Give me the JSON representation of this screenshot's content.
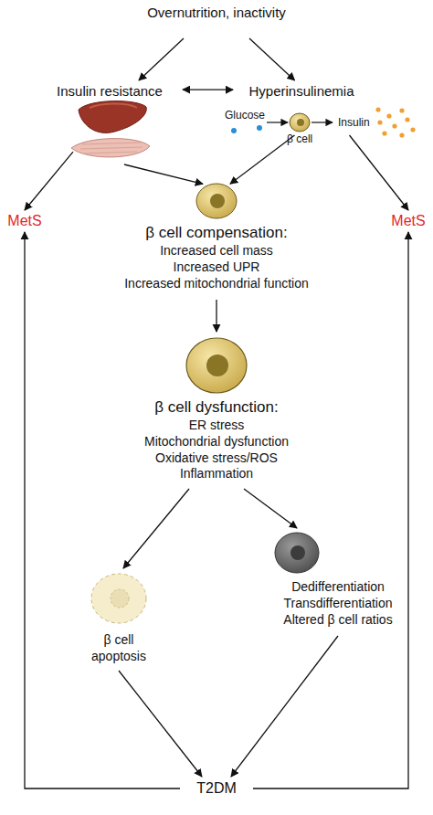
{
  "diagram": {
    "nodes": [
      {
        "text": [
          "Overnutrition, inactivity"
        ]
      },
      {
        "text": [
          "Insulin resistance"
        ]
      },
      {
        "text": [
          "Hyperinsulinemia"
        ]
      },
      {
        "text": [
          "MetS"
        ]
      },
      {
        "text": [
          "MetS"
        ]
      },
      {
        "text": [
          "β cell compensation:",
          "Increased cell mass",
          "Increased UPR",
          "Increased mitochondrial function"
        ]
      },
      {
        "text": [
          "β cell dysfunction:",
          "ER stress",
          "Mitochondrial dysfunction",
          "Oxidative stress/ROS",
          "Inflammation"
        ]
      },
      {
        "text": [
          "β cell apoptosis"
        ]
      },
      {
        "text": [
          "Dedifferentiation",
          "Transdifferentiation",
          "Altered β cell ratios"
        ]
      },
      {
        "text": [
          "T2DM"
        ]
      }
    ],
    "edges": [
      {
        "from": 0,
        "to": 1,
        "arrow": "to"
      },
      {
        "from": 0,
        "to": 2,
        "arrow": "to"
      },
      {
        "from": 1,
        "to": 2,
        "arrow": "both"
      },
      {
        "from": 1,
        "to": 3,
        "arrow": "to"
      },
      {
        "from": 1,
        "to": 5,
        "arrow": "to"
      },
      {
        "from": 2,
        "to": 5,
        "arrow": "to"
      },
      {
        "from": 2,
        "to": 4,
        "arrow": "to"
      },
      {
        "from": 5,
        "to": 6,
        "arrow": "to"
      },
      {
        "from": 6,
        "to": 7,
        "arrow": "to"
      },
      {
        "from": 6,
        "to": 8,
        "arrow": "to"
      },
      {
        "from": 7,
        "to": 9,
        "arrow": "to"
      },
      {
        "from": 8,
        "to": 9,
        "arrow": "to"
      },
      {
        "from": 9,
        "to": 3,
        "arrow": "to"
      },
      {
        "from": 9,
        "to": 4,
        "arrow": "to"
      }
    ],
    "labels": [
      "Glucose",
      "Insulin",
      "β cell"
    ]
  }
}
